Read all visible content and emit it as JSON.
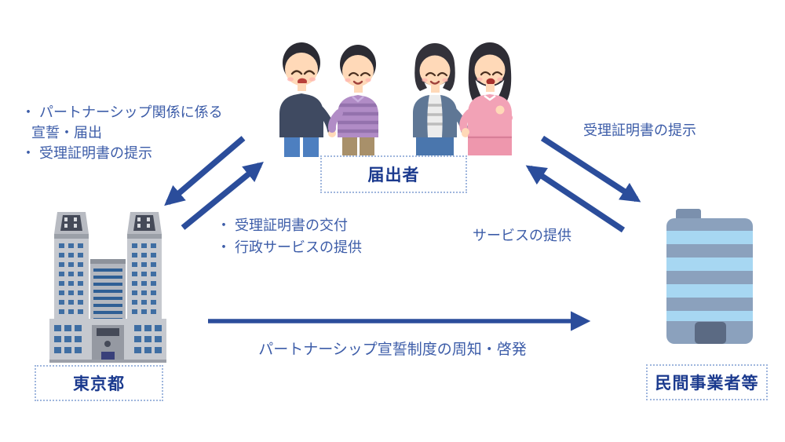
{
  "colors": {
    "arrow": "#2b4d9b",
    "edge_text": "#3c5ca8",
    "node_text": "#1b3a8e",
    "node_border": "#9fb6dd"
  },
  "nodes": {
    "applicants": {
      "label": "届出者"
    },
    "tokyo_gov": {
      "label": "東京都"
    },
    "private_business": {
      "label": "民間事業者等"
    }
  },
  "edges": {
    "applicants_to_tokyo": {
      "lines": [
        "・ パートナーシップ関係に係る",
        "宣誓・届出",
        "・ 受理証明書の提示"
      ]
    },
    "tokyo_to_applicants": {
      "lines": [
        "・ 受理証明書の交付",
        "・ 行政サービスの提供"
      ]
    },
    "applicants_to_private": {
      "label": "受理証明書の提示"
    },
    "private_to_applicants": {
      "label": "サービスの提供"
    },
    "tokyo_to_private": {
      "label": "パートナーシップ宣誓制度の周知・啓発"
    }
  },
  "icons": {
    "applicants": "two-couples-illustration",
    "tokyo_gov": "tokyo-metropolitan-government-building",
    "private_business": "office-building"
  }
}
